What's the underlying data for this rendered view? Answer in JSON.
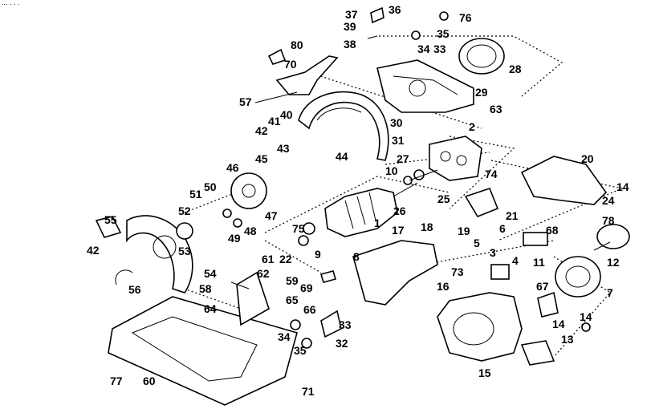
{
  "header_fragment": "... . . .",
  "labels": [
    "1",
    "2",
    "3",
    "4",
    "5",
    "6",
    "7",
    "8",
    "9",
    "10",
    "11",
    "12",
    "13",
    "14",
    "14",
    "14",
    "15",
    "16",
    "17",
    "18",
    "19",
    "20",
    "21",
    "22",
    "24",
    "25",
    "26",
    "27",
    "28",
    "29",
    "30",
    "31",
    "32",
    "33",
    "33",
    "34",
    "34",
    "35",
    "35",
    "36",
    "37",
    "38",
    "39",
    "40",
    "41",
    "42",
    "42",
    "43",
    "44",
    "45",
    "46",
    "47",
    "48",
    "49",
    "50",
    "51",
    "52",
    "53",
    "54",
    "55",
    "56",
    "57",
    "58",
    "59",
    "60",
    "61",
    "62",
    "63",
    "64",
    "65",
    "66",
    "67",
    "68",
    "69",
    "70",
    "71",
    "73",
    "74",
    "75",
    "76",
    "77",
    "78",
    "80"
  ]
}
